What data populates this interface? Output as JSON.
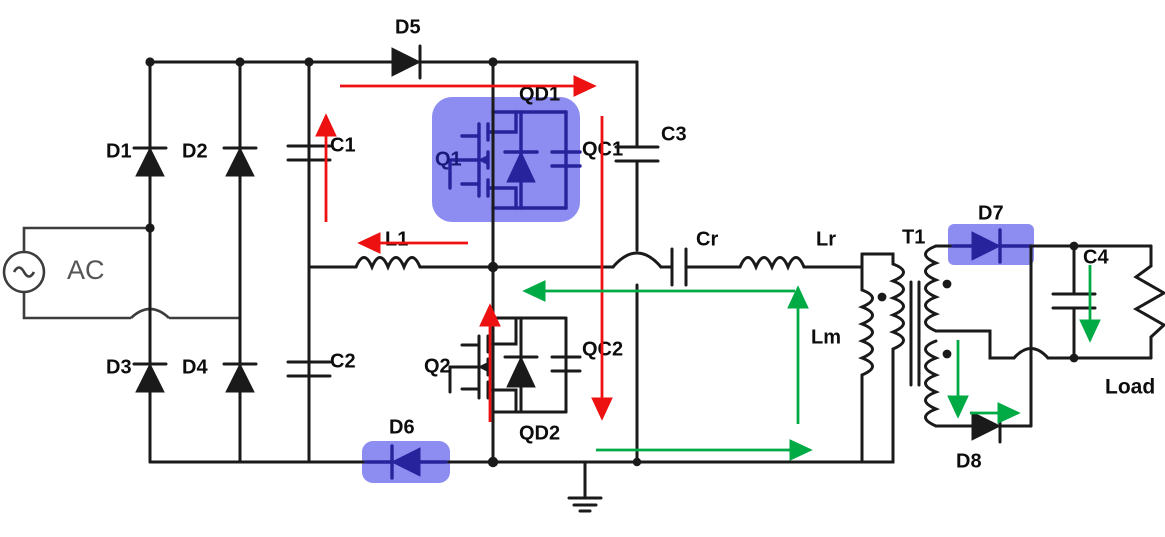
{
  "diagram": {
    "title": "LLC resonant converter with boost-stage and bridge rectifier",
    "colors": {
      "wire": "#1a1a1a",
      "highlight": "#8d8cf0",
      "highlight_device": "#27239c",
      "current_red": "#ee1111",
      "current_green": "#00aa44",
      "ac_label": "#555555"
    }
  },
  "labels": {
    "ac_source": "AC",
    "d1": "D1",
    "d2": "D2",
    "d3": "D3",
    "d4": "D4",
    "d5": "D5",
    "d6": "D6",
    "d7": "D7",
    "d8": "D8",
    "c1": "C1",
    "c2": "C2",
    "c3": "C3",
    "c4": "C4",
    "l1": "L1",
    "cr": "Cr",
    "lr": "Lr",
    "lm": "Lm",
    "q1": "Q1",
    "q2": "Q2",
    "qd1": "QD1",
    "qd2": "QD2",
    "qc1": "QC1",
    "qc2": "QC2",
    "t1": "T1",
    "load": "Load"
  },
  "components": [
    {
      "name": "ac-source",
      "type": "ac-voltage-source",
      "label": "AC",
      "highlighted": false
    },
    {
      "name": "diode-d1",
      "type": "diode",
      "label": "D1",
      "highlighted": false,
      "orientation": "up"
    },
    {
      "name": "diode-d2",
      "type": "diode",
      "label": "D2",
      "highlighted": false,
      "orientation": "up"
    },
    {
      "name": "diode-d3",
      "type": "diode",
      "label": "D3",
      "highlighted": false,
      "orientation": "up"
    },
    {
      "name": "diode-d4",
      "type": "diode",
      "label": "D4",
      "highlighted": false,
      "orientation": "up"
    },
    {
      "name": "diode-d5",
      "type": "diode",
      "label": "D5",
      "highlighted": false,
      "orientation": "right"
    },
    {
      "name": "diode-d6",
      "type": "diode",
      "label": "D6",
      "highlighted": true,
      "orientation": "left"
    },
    {
      "name": "diode-d7",
      "type": "diode",
      "label": "D7",
      "highlighted": true,
      "orientation": "right"
    },
    {
      "name": "diode-d8",
      "type": "diode",
      "label": "D8",
      "highlighted": false,
      "orientation": "right"
    },
    {
      "name": "capacitor-c1",
      "type": "capacitor",
      "label": "C1",
      "highlighted": false
    },
    {
      "name": "capacitor-c2",
      "type": "capacitor",
      "label": "C2",
      "highlighted": false
    },
    {
      "name": "capacitor-c3",
      "type": "capacitor",
      "label": "C3",
      "highlighted": false
    },
    {
      "name": "capacitor-c4",
      "type": "capacitor",
      "label": "C4",
      "highlighted": false
    },
    {
      "name": "inductor-l1",
      "type": "inductor",
      "label": "L1",
      "highlighted": false
    },
    {
      "name": "capacitor-cr",
      "type": "capacitor",
      "label": "Cr",
      "highlighted": false
    },
    {
      "name": "inductor-lr",
      "type": "inductor",
      "label": "Lr",
      "highlighted": false
    },
    {
      "name": "inductor-lm",
      "type": "inductor",
      "label": "Lm",
      "highlighted": false
    },
    {
      "name": "mosfet-q1",
      "type": "mosfet",
      "label": "Q1",
      "highlighted": true,
      "body_diode": "QD1",
      "body_cap": "QC1"
    },
    {
      "name": "mosfet-q2",
      "type": "mosfet",
      "label": "Q2",
      "highlighted": false,
      "body_diode": "QD2",
      "body_cap": "QC2"
    },
    {
      "name": "transformer-t1",
      "type": "transformer",
      "label": "T1",
      "highlighted": false,
      "secondary": "center-tapped"
    },
    {
      "name": "load-resistor",
      "type": "resistor",
      "label": "Load",
      "highlighted": false
    },
    {
      "name": "ground",
      "type": "ground",
      "label": "",
      "highlighted": false
    }
  ],
  "current_paths": [
    {
      "name": "red-path-top",
      "color": "#ee1111",
      "direction": "right",
      "note": "through D5 toward Q1 drain node"
    },
    {
      "name": "red-path-c1",
      "color": "#ee1111",
      "direction": "up",
      "note": "charging C1"
    },
    {
      "name": "red-path-l1",
      "color": "#ee1111",
      "direction": "left",
      "note": "through L1"
    },
    {
      "name": "red-path-q2",
      "color": "#ee1111",
      "direction": "up",
      "note": "through Q2 channel"
    },
    {
      "name": "red-path-c3",
      "color": "#ee1111",
      "direction": "down",
      "note": "discharging C3 branch"
    },
    {
      "name": "green-path-upper",
      "color": "#00aa44",
      "direction": "left",
      "note": "resonant return upper"
    },
    {
      "name": "green-path-lower",
      "color": "#00aa44",
      "direction": "right",
      "note": "resonant return lower"
    },
    {
      "name": "green-path-lm",
      "color": "#00aa44",
      "direction": "up",
      "note": "magnetizing current Lm"
    },
    {
      "name": "green-path-secondary-down",
      "color": "#00aa44",
      "direction": "down",
      "note": "secondary winding current"
    },
    {
      "name": "green-path-d8",
      "color": "#00aa44",
      "direction": "right",
      "note": "through D8"
    },
    {
      "name": "green-path-c4",
      "color": "#00aa44",
      "direction": "down",
      "note": "into output cap C4"
    }
  ]
}
